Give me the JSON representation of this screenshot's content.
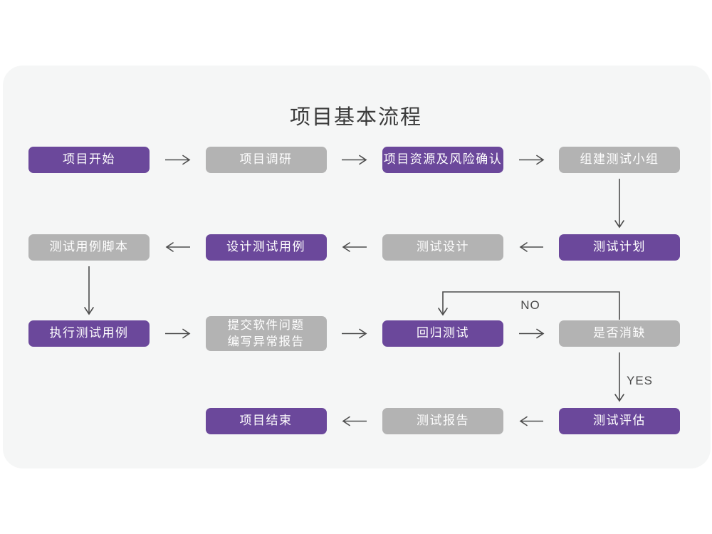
{
  "title": "项目基本流程",
  "colors": {
    "card_background": "#f5f6f6",
    "page_background": "#ffffff",
    "purple": "#6b489b",
    "gray": "#b3b3b3",
    "box_text": "#ffffff",
    "title_text": "#3b3b3b",
    "arrow": "#4d4d4d",
    "edge_label_text": "#4a4a4a"
  },
  "nodes": [
    {
      "id": "project-start",
      "label": "项目开始",
      "variant": "purple"
    },
    {
      "id": "project-research",
      "label": "项目调研",
      "variant": "gray"
    },
    {
      "id": "project-resources-risk",
      "label": "项目资源及风险确认",
      "variant": "purple"
    },
    {
      "id": "build-test-team",
      "label": "组建测试小组",
      "variant": "gray"
    },
    {
      "id": "test-plan",
      "label": "测试计划",
      "variant": "purple"
    },
    {
      "id": "test-design",
      "label": "测试设计",
      "variant": "gray"
    },
    {
      "id": "design-test-cases",
      "label": "设计测试用例",
      "variant": "purple"
    },
    {
      "id": "test-case-script",
      "label": "测试用例脚本",
      "variant": "gray"
    },
    {
      "id": "execute-test-cases",
      "label": "执行测试用例",
      "variant": "purple"
    },
    {
      "id": "submit-issue-report",
      "label": "提交软件问题\n编写异常报告",
      "variant": "gray"
    },
    {
      "id": "regression-test",
      "label": "回归测试",
      "variant": "purple"
    },
    {
      "id": "defect-cleared",
      "label": "是否消缺",
      "variant": "gray"
    },
    {
      "id": "test-evaluation",
      "label": "测试评估",
      "variant": "purple"
    },
    {
      "id": "test-report",
      "label": "测试报告",
      "variant": "gray"
    },
    {
      "id": "project-end",
      "label": "项目结束",
      "variant": "purple"
    }
  ],
  "edges": [
    {
      "id": "e1",
      "from": "project-start",
      "to": "project-research",
      "label": ""
    },
    {
      "id": "e2",
      "from": "project-research",
      "to": "project-resources-risk",
      "label": ""
    },
    {
      "id": "e3",
      "from": "project-resources-risk",
      "to": "build-test-team",
      "label": ""
    },
    {
      "id": "e4",
      "from": "build-test-team",
      "to": "test-plan",
      "label": ""
    },
    {
      "id": "e5",
      "from": "test-plan",
      "to": "test-design",
      "label": ""
    },
    {
      "id": "e6",
      "from": "test-design",
      "to": "design-test-cases",
      "label": ""
    },
    {
      "id": "e7",
      "from": "design-test-cases",
      "to": "test-case-script",
      "label": ""
    },
    {
      "id": "e8",
      "from": "test-case-script",
      "to": "execute-test-cases",
      "label": ""
    },
    {
      "id": "e9",
      "from": "execute-test-cases",
      "to": "submit-issue-report",
      "label": ""
    },
    {
      "id": "e10",
      "from": "submit-issue-report",
      "to": "regression-test",
      "label": ""
    },
    {
      "id": "e11",
      "from": "regression-test",
      "to": "defect-cleared",
      "label": ""
    },
    {
      "id": "e12",
      "from": "defect-cleared",
      "to": "regression-test",
      "label": "NO"
    },
    {
      "id": "e13",
      "from": "defect-cleared",
      "to": "test-evaluation",
      "label": "YES"
    },
    {
      "id": "e14",
      "from": "test-evaluation",
      "to": "test-report",
      "label": ""
    },
    {
      "id": "e15",
      "from": "test-report",
      "to": "project-end",
      "label": ""
    }
  ]
}
